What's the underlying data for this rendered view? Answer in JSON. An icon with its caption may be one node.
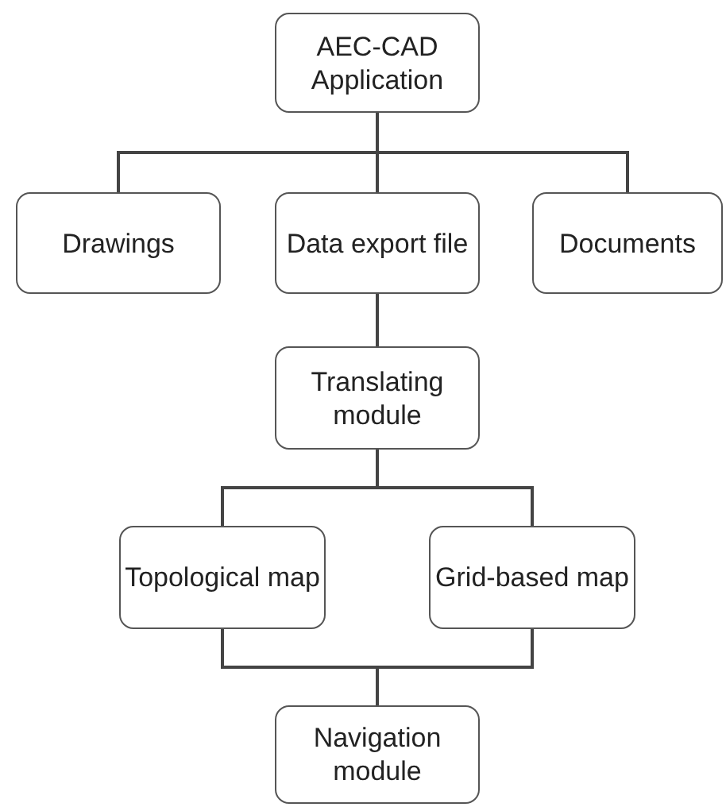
{
  "diagram": {
    "nodes": [
      {
        "text": [
          "AEC-CAD Application"
        ]
      },
      {
        "text": [
          "Drawings"
        ]
      },
      {
        "text": [
          "Data export file"
        ]
      },
      {
        "text": [
          "Documents"
        ]
      },
      {
        "text": [
          "Translating module"
        ]
      },
      {
        "text": [
          "Topological map"
        ]
      },
      {
        "text": [
          "Grid-based map"
        ]
      },
      {
        "text": [
          "Navigation module"
        ]
      }
    ],
    "edges": [
      {
        "from": 0,
        "to": 1,
        "arrow": "none"
      },
      {
        "from": 0,
        "to": 2,
        "arrow": "none"
      },
      {
        "from": 0,
        "to": 3,
        "arrow": "none"
      },
      {
        "from": 2,
        "to": 4,
        "arrow": "none"
      },
      {
        "from": 4,
        "to": 5,
        "arrow": "none"
      },
      {
        "from": 4,
        "to": 6,
        "arrow": "none"
      },
      {
        "from": 5,
        "to": 7,
        "arrow": "none"
      },
      {
        "from": 6,
        "to": 7,
        "arrow": "none"
      }
    ]
  }
}
